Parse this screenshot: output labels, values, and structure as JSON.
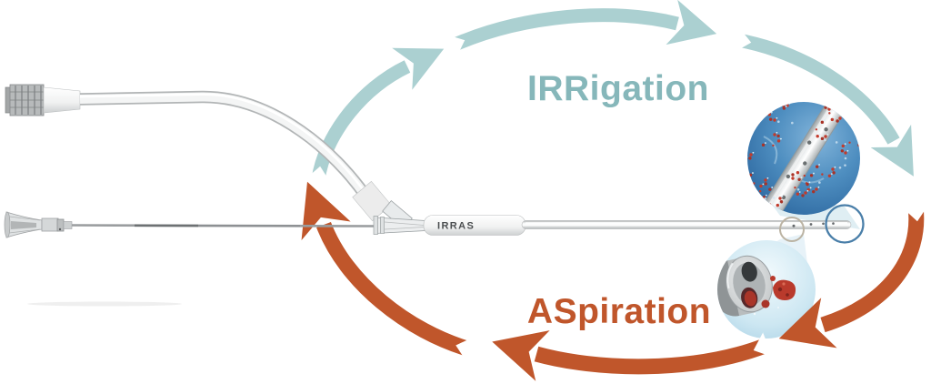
{
  "labels": {
    "irrigation": "IRRigation",
    "aspiration": "ASpiration"
  },
  "device": {
    "brand": "IRRAS"
  },
  "colors": {
    "irrigation_arrow": "#abd0d1",
    "irrigation_text": "#86b7ba",
    "aspiration_arrow": "#c0562b",
    "aspiration_text": "#c0562b",
    "tip_circle_outline": "#4a7fa9",
    "side_hole_circle_outline": "#bbb3a3",
    "brand_text": "#4b4e50"
  },
  "insets": {
    "irrigation_inset_icon": "catheter-in-vessel-with-clot-particles",
    "aspiration_inset_icon": "catheter-tip-cross-section-aspirating-clot"
  }
}
